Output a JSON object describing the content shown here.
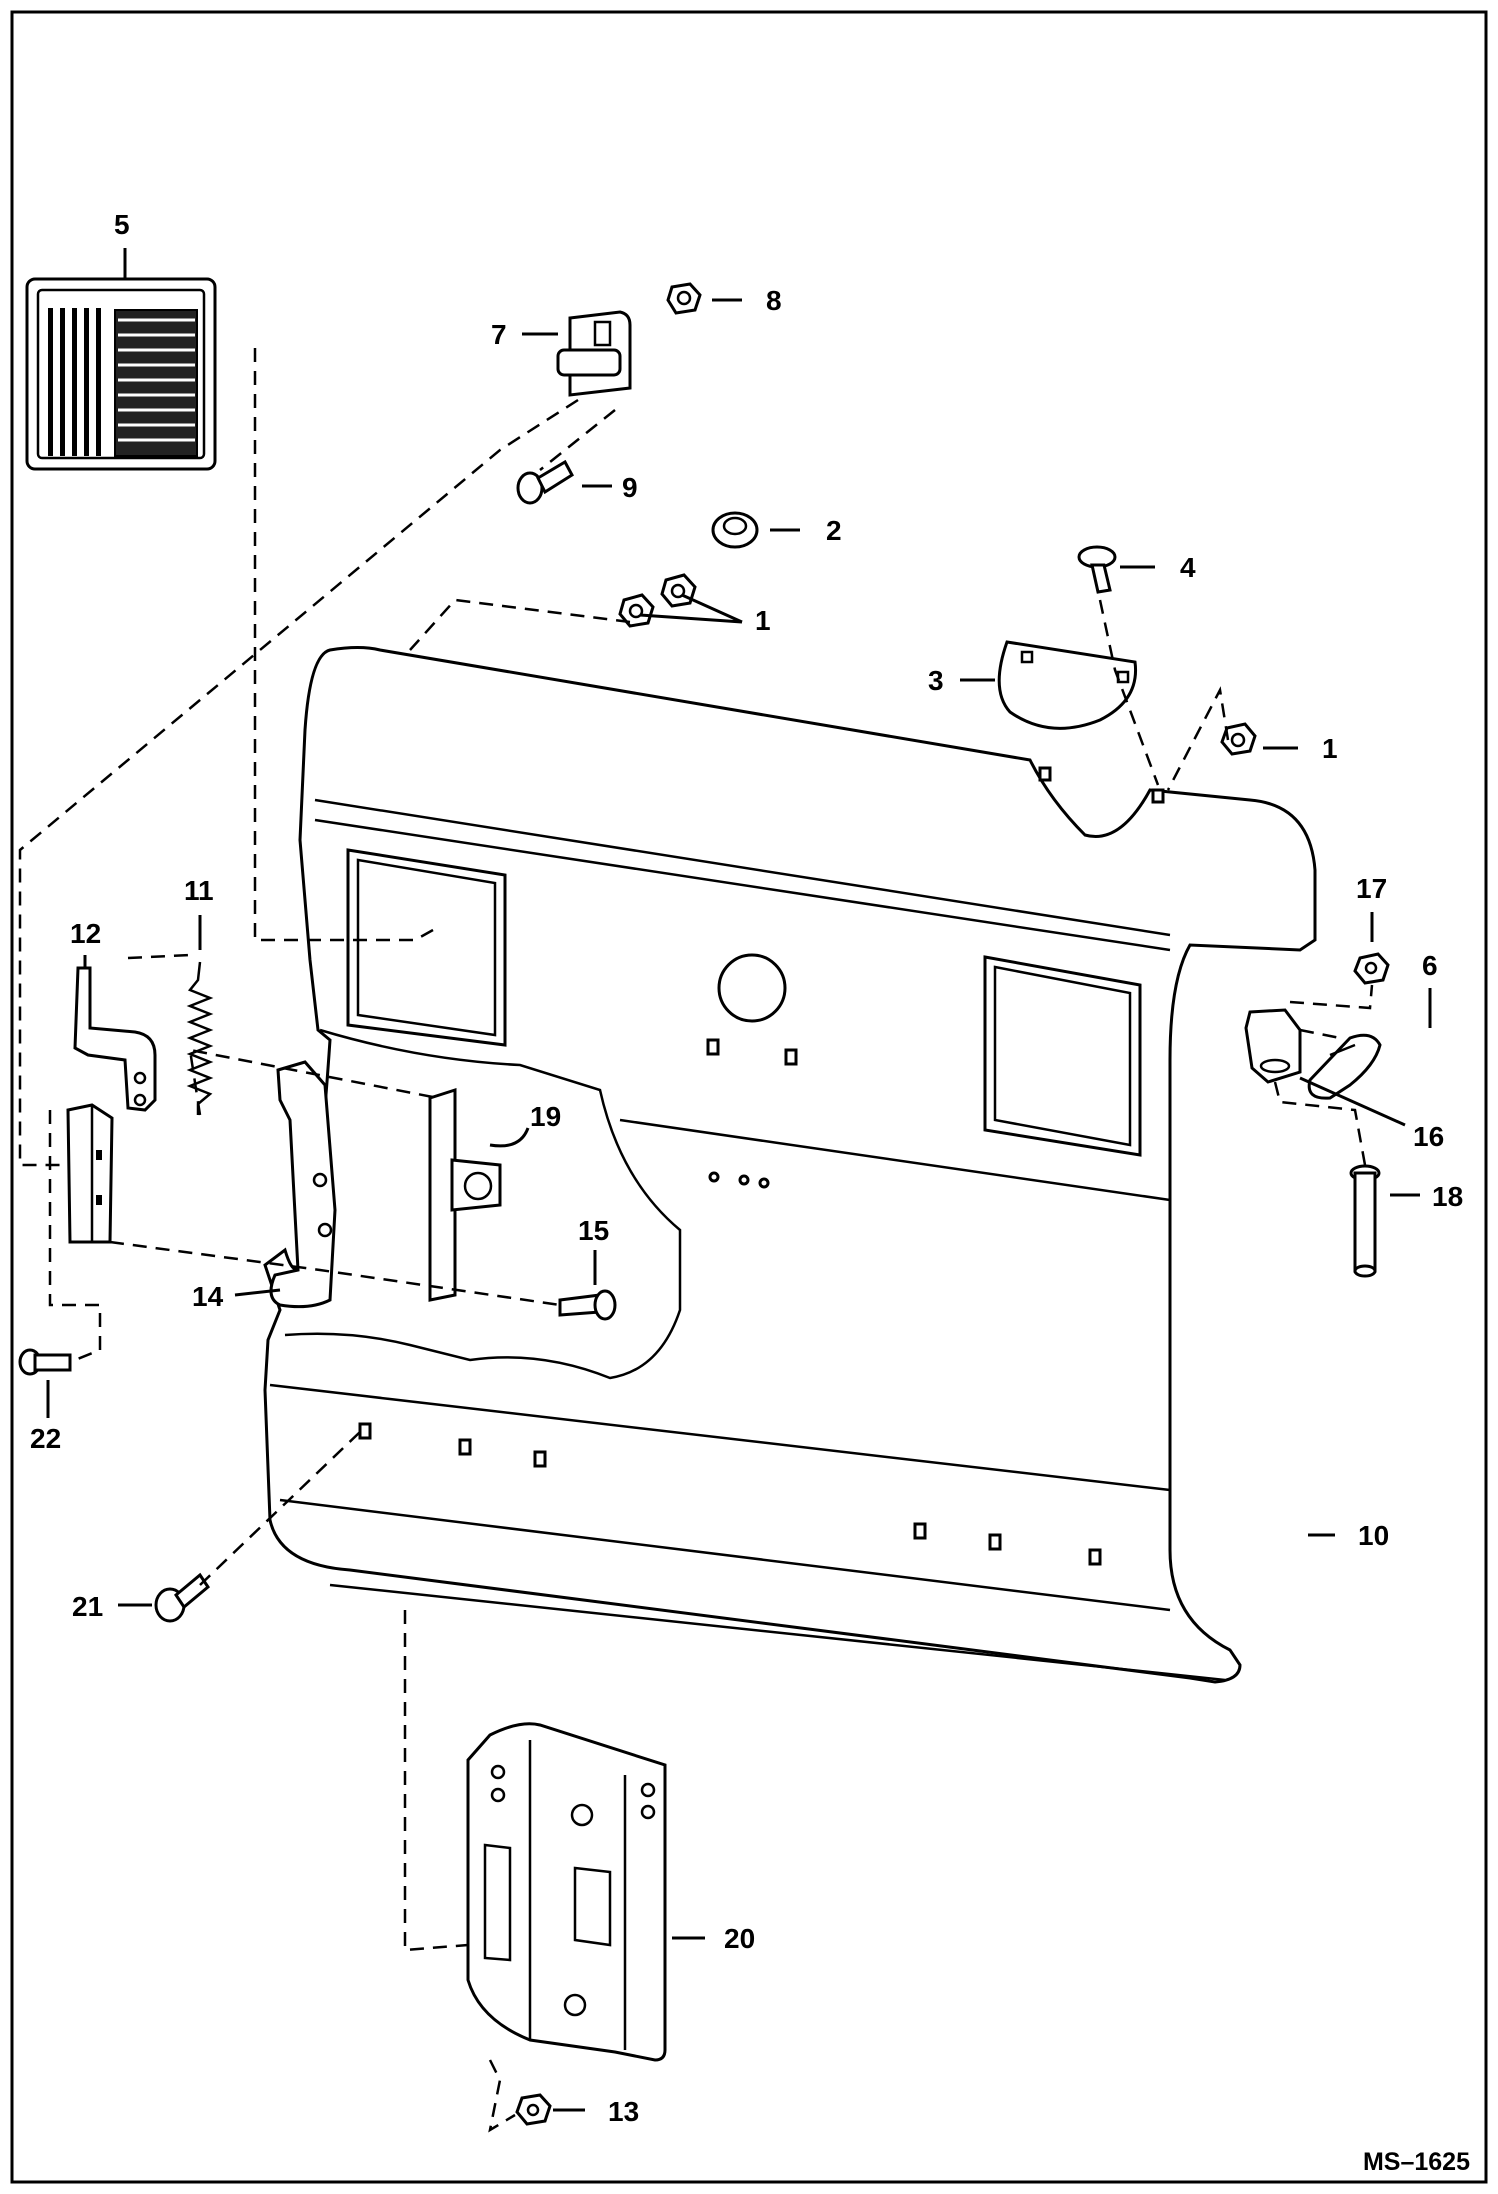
{
  "callouts": [
    "1",
    "1",
    "2",
    "3",
    "4",
    "5",
    "6",
    "7",
    "8",
    "9",
    "10",
    "11",
    "12",
    "13",
    "14",
    "15",
    "16",
    "17",
    "18",
    "19",
    "20",
    "21",
    "22"
  ],
  "drawing_ref": "MS–1625",
  "colors": {
    "line": "#000000",
    "background": "#ffffff"
  }
}
